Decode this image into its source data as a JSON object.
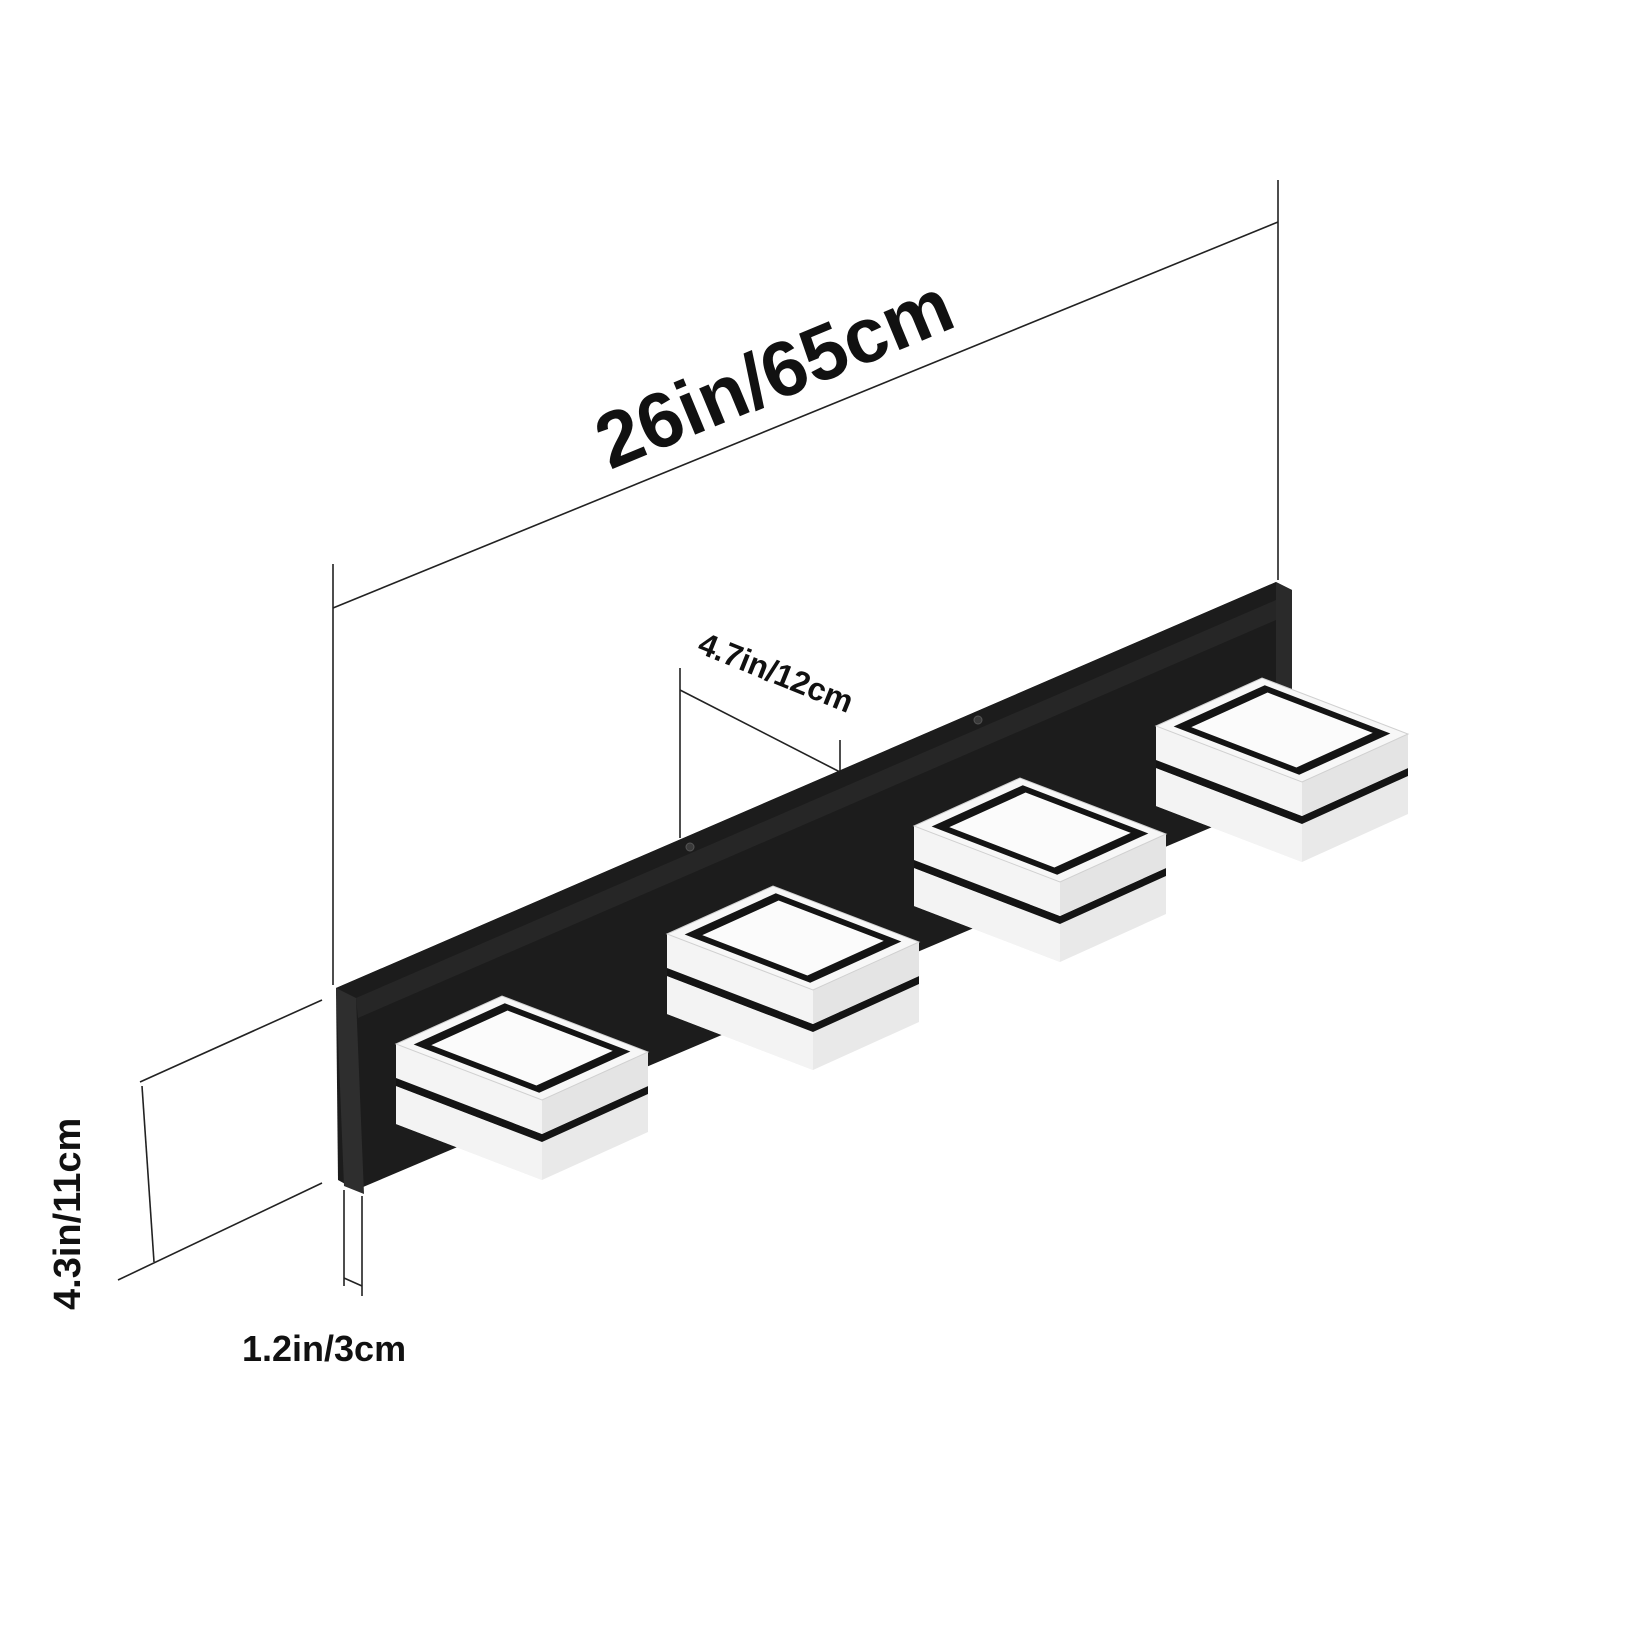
{
  "dimensions": {
    "length": "26in/65cm",
    "light_spacing": "4.7in/12cm",
    "height": "4.3in/11cm",
    "depth": "1.2in/3cm"
  },
  "colors": {
    "background": "#ffffff",
    "backplate": "#1c1c1c",
    "backplate_edge": "#3a3a3a",
    "shade_body": "#f4f4f4",
    "shade_band": "#141414",
    "shade_panel": "#fbfbfb",
    "dimension_line": "#222222"
  },
  "fixture": {
    "light_count": 4,
    "shade_shape": "square"
  }
}
